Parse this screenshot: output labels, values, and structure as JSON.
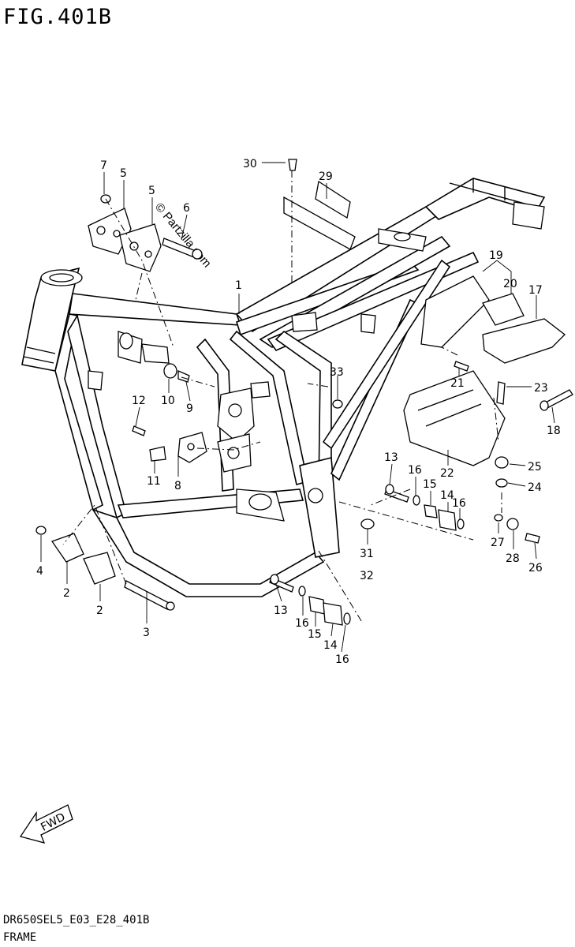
{
  "figure": {
    "title": "FIG.401B",
    "watermark": "© Partzilla.com",
    "footer_code": "DR650SEL5_E03_E28_401B",
    "footer_name": "FRAME",
    "fwd_label": "FWD"
  },
  "callouts": [
    "1",
    "2",
    "2",
    "3",
    "4",
    "5",
    "5",
    "6",
    "7",
    "8",
    "9",
    "10",
    "11",
    "12",
    "13",
    "13",
    "14",
    "14",
    "15",
    "15",
    "16",
    "16",
    "16",
    "16",
    "17",
    "18",
    "19",
    "20",
    "21",
    "22",
    "23",
    "24",
    "25",
    "26",
    "27",
    "28",
    "29",
    "30",
    "31",
    "32",
    "33"
  ]
}
